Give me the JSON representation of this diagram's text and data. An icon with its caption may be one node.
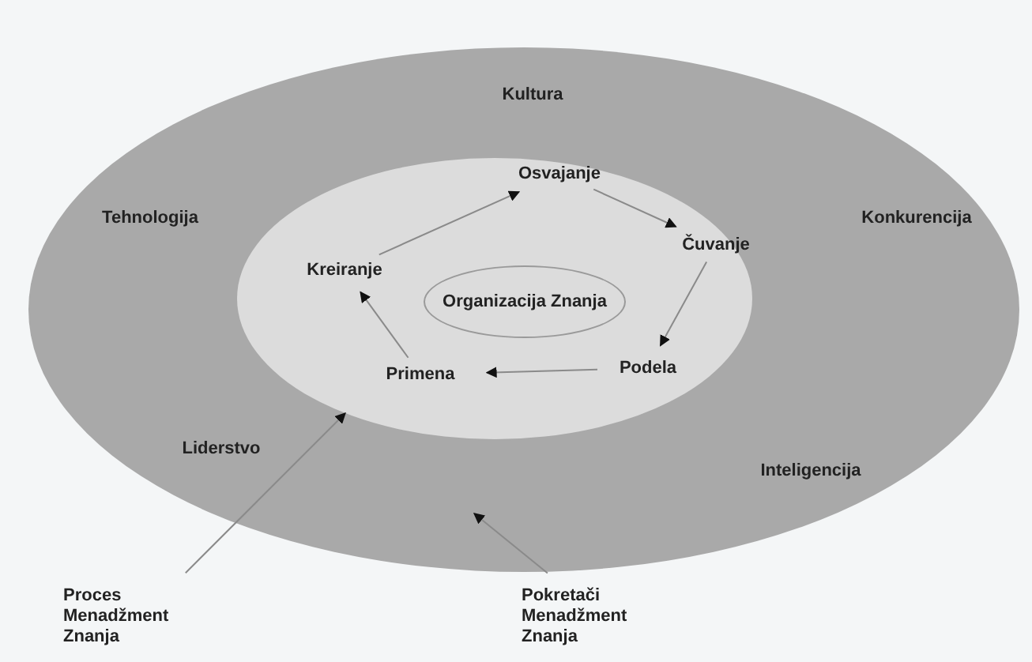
{
  "diagram": {
    "nodes": [
      {
        "text": [],
        "shape": "ellipse"
      },
      {
        "text": [],
        "shape": "ellipse",
        "in": 0
      },
      {
        "text": [
          "Organizacija Znanja"
        ],
        "in": 1
      },
      {
        "text": [
          "Osvajanje"
        ],
        "in": 1
      },
      {
        "text": [
          "Čuvanje"
        ],
        "in": 1
      },
      {
        "text": [
          "Podela"
        ],
        "in": 1
      },
      {
        "text": [
          "Primena"
        ],
        "in": 1
      },
      {
        "text": [
          "Kreiranje"
        ],
        "in": 1
      },
      {
        "text": [
          "Proces Menadžment Znanja"
        ]
      },
      {
        "text": [
          "Pokretači Menadžment Znanja"
        ]
      }
    ],
    "edges": [
      {
        "from": 7,
        "to": 3,
        "arrow": "to"
      },
      {
        "from": 3,
        "to": 4,
        "arrow": "to"
      },
      {
        "from": 4,
        "to": 5,
        "arrow": "to"
      },
      {
        "from": 5,
        "to": 6,
        "arrow": "to"
      },
      {
        "from": 6,
        "to": 7,
        "arrow": "to"
      },
      {
        "from": 8,
        "to": 1,
        "arrow": "to"
      },
      {
        "from": 9,
        "to": 0,
        "arrow": "to"
      }
    ],
    "labels": [
      "Kultura",
      "Tehnologija",
      "Konkurencija",
      "Liderstvo",
      "Inteligencija"
    ]
  }
}
